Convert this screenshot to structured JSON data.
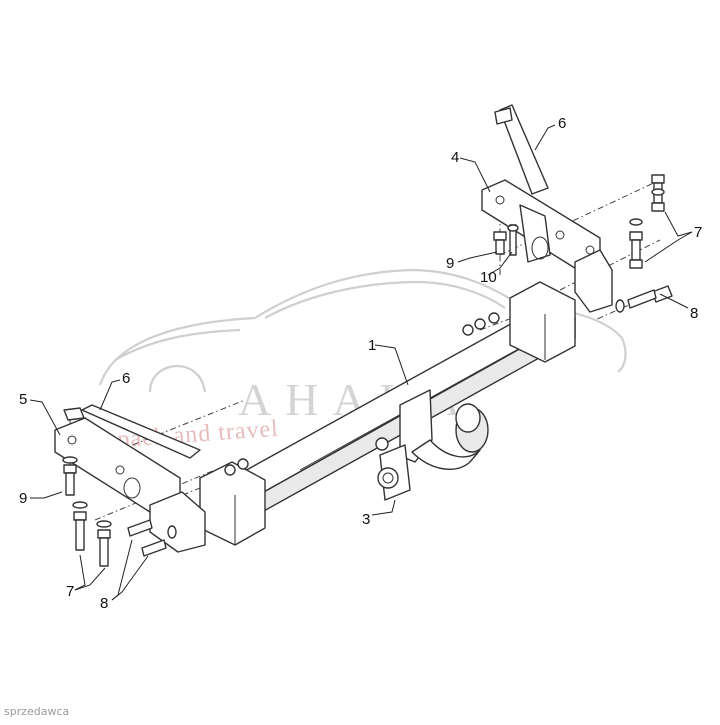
{
  "callouts": {
    "c1": "1",
    "c3": "3",
    "c4": "4",
    "c5": "5",
    "c6_right": "6",
    "c6_left": "6",
    "c7_right": "7",
    "c7_left": "7",
    "c8_right": "8",
    "c8_left": "8",
    "c9_right": "9",
    "c9_left": "9",
    "c10": "10"
  },
  "watermark": {
    "brand": "AHAKA",
    "tagline": "pack and travel"
  },
  "credit": "sprzedawca",
  "colors": {
    "line": "#333333",
    "watermark": "#d4d4d4",
    "watermark_tagline": "#e9bcbc",
    "background": "#ffffff"
  }
}
